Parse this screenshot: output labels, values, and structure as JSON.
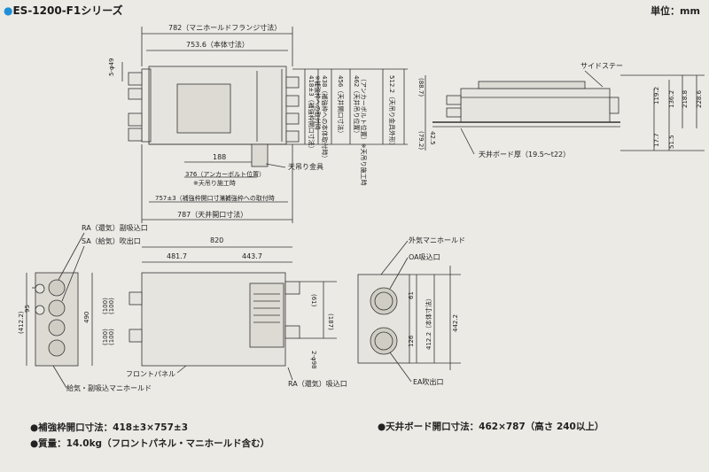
{
  "title": "ES-1200-F1シリーズ",
  "unit_label": "単位：mm",
  "top": {
    "flange": "782（マニホールドフランジ寸法）",
    "body": "753.6（本体寸法）",
    "bolt": "5-φ49",
    "d188": "188",
    "anchor": "376（アンカーボルト位置）",
    "anchor_note": "※天吊り施工時",
    "w757": "757±3（補強枠開口寸法）",
    "w757_note": "※補強枠への取付時",
    "w787": "787（天井開口寸法）",
    "hanger": "天吊り金具",
    "v418": "418±3（補強枠開口寸法）",
    "v418_note": "※補強枠への取付時",
    "v438": "438（補強枠への本体取付時）",
    "v456": "456（天井開口寸法）",
    "v462": "462（天井吊り位置）",
    "v462_note": "（アンカーボルト位置）※天吊り施工時",
    "v512": "512.2（天吊り金具外形）"
  },
  "side": {
    "stay": "サイドステー",
    "d887": "(88.7)",
    "d792": "(79.2)",
    "d425": "42.5",
    "board": "天井ボード厚（19.5〜t22）",
    "h1192": "119.2",
    "h1362": "136.2",
    "h2188": "218.8",
    "h2286": "228.6",
    "h177": "17.7",
    "h515": "51.5"
  },
  "front": {
    "ra_sub": "RA（還気）副吸込口",
    "sa": "SA（給気）吹出口",
    "w820": "820",
    "w4817": "481.7",
    "w4437": "443.7",
    "d95": "95",
    "d490": "490",
    "d4122": "(412.2)",
    "d100a": "(100)",
    "d100b": "(100)",
    "d100c": "(100)",
    "d100d": "(100)",
    "d61": "(61)",
    "d187": "(187)",
    "phi98": "2-φ98",
    "panel": "フロントパネル",
    "ra": "RA（還気）吸込口",
    "manifold": "給気・副吸込マニホールド"
  },
  "end": {
    "oa_manifold": "外気マニホールド",
    "oa": "OA吸込口",
    "ea": "EA吹出口",
    "d61": "61",
    "d126": "126",
    "d4122": "412.2（本体寸法）",
    "d4422": "442.2"
  },
  "notes": {
    "n1": "●補強枠開口寸法：418±3×757±3",
    "n2": "●天井ボード開口寸法：462×787（高さ 240以上）",
    "n3": "●質量：14.0kg（フロントパネル・マニホールド含む）"
  }
}
